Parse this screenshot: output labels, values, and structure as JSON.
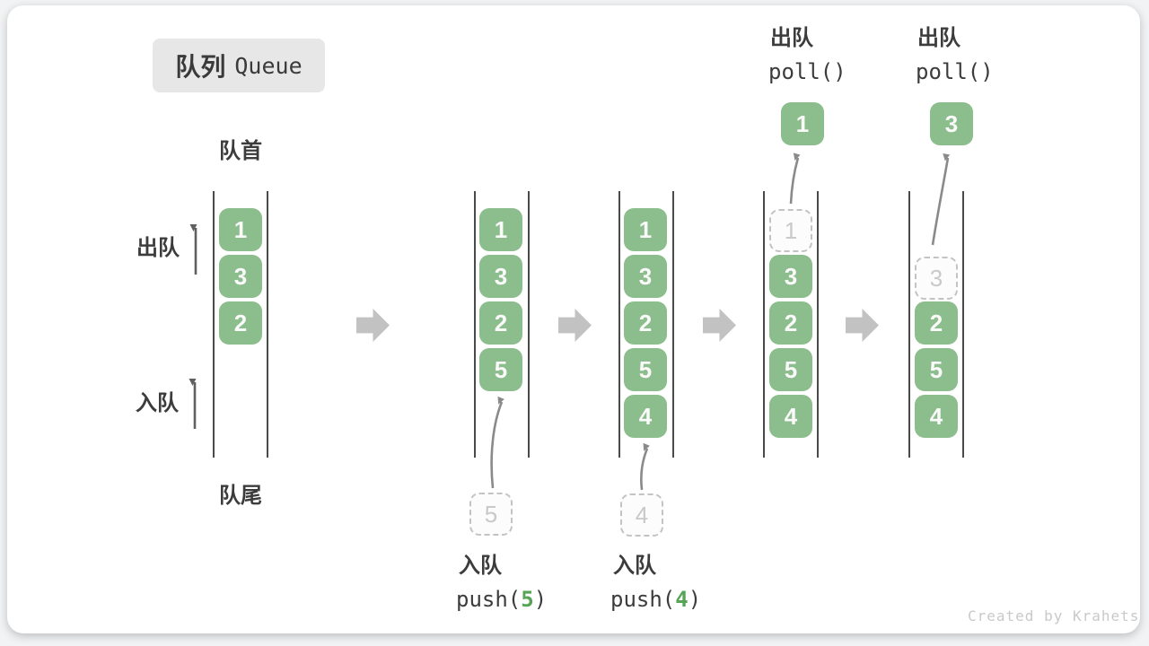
{
  "title": {
    "zh": "队列",
    "en": "Queue"
  },
  "labels": {
    "front": "队首",
    "rear": "队尾",
    "dequeue": "出队",
    "enqueue": "入队"
  },
  "states": [
    {
      "boxes": [
        "1",
        "3",
        "2"
      ]
    },
    {
      "boxes": [
        "1",
        "3",
        "2",
        "5"
      ],
      "incoming": "5"
    },
    {
      "boxes": [
        "1",
        "3",
        "2",
        "5",
        "4"
      ],
      "incoming": "4"
    },
    {
      "boxes": [
        "3",
        "2",
        "5",
        "4"
      ],
      "removed": "1",
      "popped": "1"
    },
    {
      "boxes": [
        "2",
        "5",
        "4"
      ],
      "removed": "3",
      "popped": "3"
    }
  ],
  "captions": {
    "enqueue5": {
      "title": "入队",
      "code_pre": "push(",
      "code_arg": "5",
      "code_post": ")"
    },
    "enqueue4": {
      "title": "入队",
      "code_pre": "push(",
      "code_arg": "4",
      "code_post": ")"
    },
    "dequeue1": {
      "title": "出队",
      "code": "poll()"
    },
    "dequeue2": {
      "title": "出队",
      "code": "poll()"
    }
  },
  "watermark": "Created by Krahets",
  "colors": {
    "box_green": "#8cbd8c",
    "code_arg_green": "#56a456",
    "block_arrow_gray": "#c2c2c2",
    "wall_dark": "#4a4a4a",
    "dashed_gray": "#c3c3c3"
  }
}
